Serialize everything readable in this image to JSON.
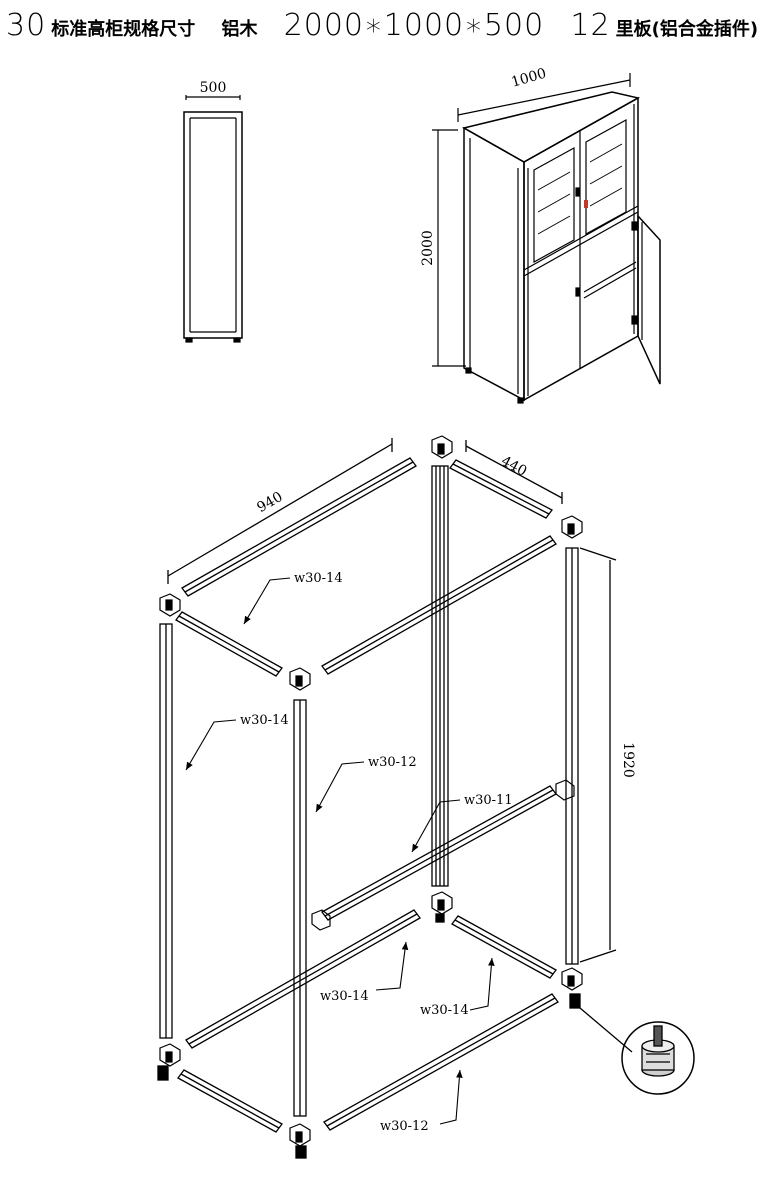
{
  "title": {
    "part1": "30",
    "part2": "标准高柜规格尺寸",
    "part3": "铝木",
    "part4": "2000∗1000∗500",
    "part5": "12",
    "part6": "里板(铝合金插件)"
  },
  "side_view": {
    "width_label": "500"
  },
  "iso_view": {
    "width_label": "1000",
    "height_label": "2000"
  },
  "exploded": {
    "top_long_label": "940",
    "top_short_label": "440",
    "vertical_label": "1920",
    "callouts": {
      "top_side_rail": "w30-14",
      "left_post": "w30-14",
      "front_post": "w30-12",
      "center_post": "w30-11",
      "bottom_mid_rail": "w30-14",
      "bottom_side_rail": "w30-14",
      "bottom_front_rail": "w30-12"
    }
  }
}
